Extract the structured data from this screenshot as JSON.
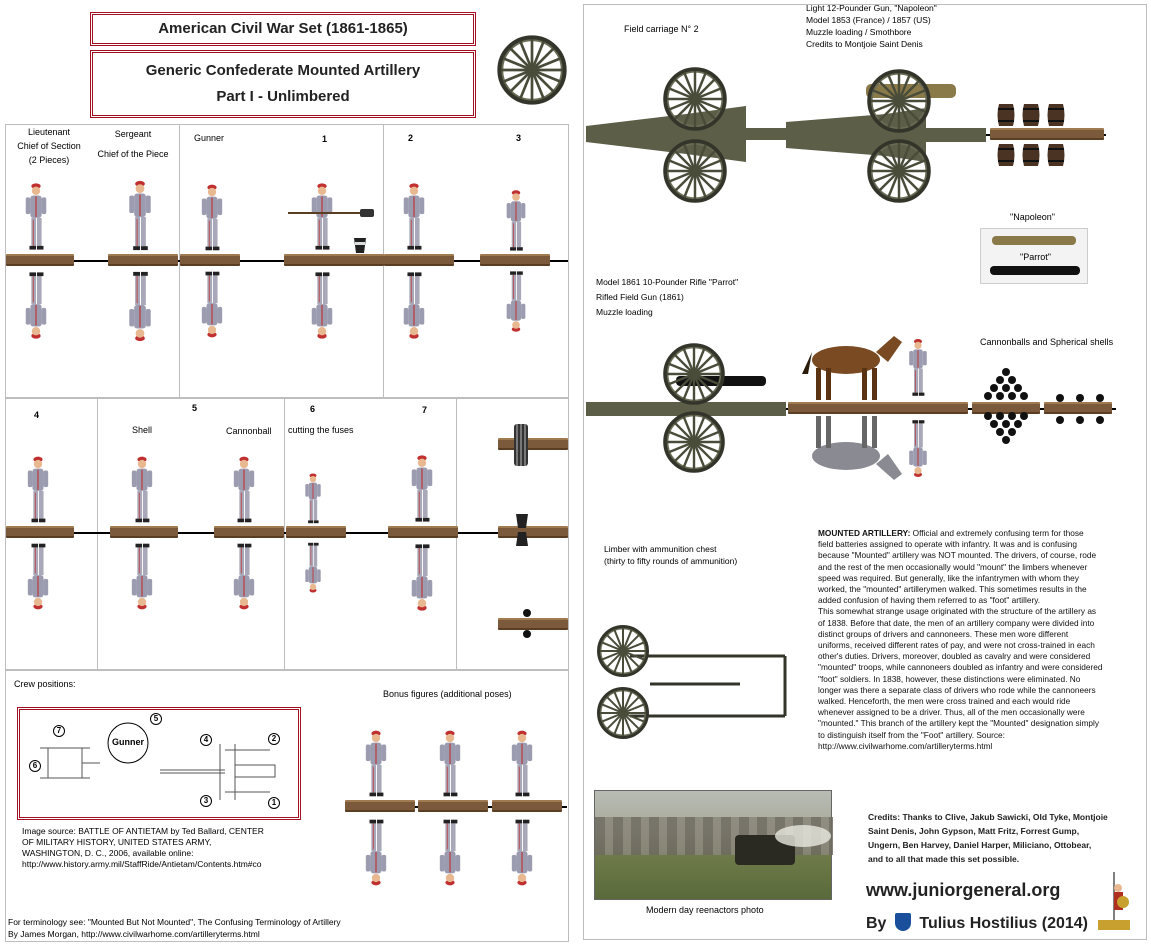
{
  "header": {
    "set_title": "American Civil War Set (1861-1865)",
    "subtitle_line1": "Generic Confederate Mounted Artillery",
    "subtitle_line2": "Part I - Unlimbered"
  },
  "crew_top": {
    "lieutenant": [
      "Lieutenant",
      "Chief of Section",
      "(2 Pieces)"
    ],
    "sergeant": [
      "Sergeant",
      "Chief of the Piece"
    ],
    "gunner": "Gunner",
    "n1": "1",
    "n2": "2",
    "n3": "3"
  },
  "crew_mid": {
    "n4": "4",
    "n5": "5",
    "shell": "Shell",
    "cannonball": "Cannonball",
    "n6": "6",
    "cutting": "cutting the fuses",
    "n7": "7"
  },
  "crew_positions": {
    "title": "Crew positions:",
    "gunner": "Gunner",
    "numbers": [
      "1",
      "2",
      "3",
      "4",
      "5",
      "6",
      "7"
    ]
  },
  "image_source": [
    "Image source: BATTLE OF ANTIETAM by Ted Ballard, CENTER",
    "OF MILITARY HISTORY, UNITED STATES ARMY,",
    "WASHINGTON, D. C., 2006, available online:",
    "http://www.history.army.mil/StaffRide/Antietam/Contents.htm#co"
  ],
  "terminology": [
    "For terminology see: \"Mounted But Not Mounted\", The Confusing Terminology of Artillery",
    "By James Morgan, http://www.civilwarhome.com/artilleryterms.html"
  ],
  "bonus": "Bonus figures (additional poses)",
  "right": {
    "field_carriage": "Field carriage N° 2",
    "gun_info": [
      "Light 12-Pounder Gun, \"Napoleon\"",
      "Model 1853 (France) / 1857 (US)",
      "Muzzle loading  /   Smothbore",
      "Credits to Montjoie Saint Denis"
    ],
    "napoleon": "\"Napoleon\"",
    "parrot": "\"Parrot\"",
    "parrot_info": [
      "Model 1861 10-Pounder Rifle \"Parrot\"",
      "Rifled Field Gun (1861)",
      "Muzzle loading"
    ],
    "cannonballs": "Cannonballs and Spherical shells",
    "limber": [
      "Limber with ammunition chest",
      "(thirty to fifty rounds of ammunition)"
    ],
    "photo_caption": "Modern day reenactors photo"
  },
  "mounted_artillery": {
    "heading": "MOUNTED ARTILLERY:",
    "lines": [
      " Official and extremely confusing term for those",
      "field batteries assigned to operate with infantry. It was and is confusing",
      "because \"Mounted\" artillery was NOT mounted. The drivers, of course, rode",
      "and the rest of the men occasionally would \"mount\" the limbers whenever",
      "speed was required. But generally, like the infantrymen with whom they",
      "worked, the \"mounted\" artillerymen walked. This sometimes results in the",
      "added confusion of having them referred to as \"foot\" artillery.",
      "This somewhat strange usage originated with the structure of the artillery as",
      "of 1838. Before that date, the men of an artillery company were divided into",
      "distinct groups of drivers and cannoneers. These men wore different",
      "uniforms, received different rates of pay, and were not cross-trained in each",
      "other's duties. Drivers, moreover, doubled as cavalry and were considered",
      "\"mounted\" troops, while cannoneers doubled as infantry and were considered",
      "\"foot\" soldiers. In 1838, however, these distinctions were eliminated. No",
      "longer was there a separate class of drivers who rode while the cannoneers",
      "walked. Henceforth, the men were cross trained and each would ride",
      "whenever assigned to be a driver. Thus, all of the men occasionally were",
      "\"mounted.\" This branch of the artillery kept the \"Mounted\" designation simply",
      "to distinguish itself from the \"Foot\" artillery. Source:",
      "http://www.civilwarhome.com/artilleryterms.html"
    ]
  },
  "credits": [
    "Credits: Thanks to Clive, Jakub Sawicki, Old Tyke, Montjoie",
    "Saint Denis, John Gypson, Matt Fritz, Forrest Gump,",
    "Ungern, Ben Harvey, Daniel Harper, Miliciano, Ottobear,",
    "and to all that made this set possible."
  ],
  "website": "www.juniorgeneral.org",
  "author_by": "By",
  "author": "Tulius Hostilius (2014)",
  "colors": {
    "title_border": "#a01020",
    "base_wood": "#7a5a3a",
    "uniform_gray": "#a8a8b8",
    "cap_red": "#c03030",
    "gun_olive": "#5c5e48"
  },
  "icons": [
    "wheel-icon",
    "soldier-icon",
    "cannon-icon",
    "barrel-icon",
    "horse-icon",
    "shield-icon"
  ]
}
